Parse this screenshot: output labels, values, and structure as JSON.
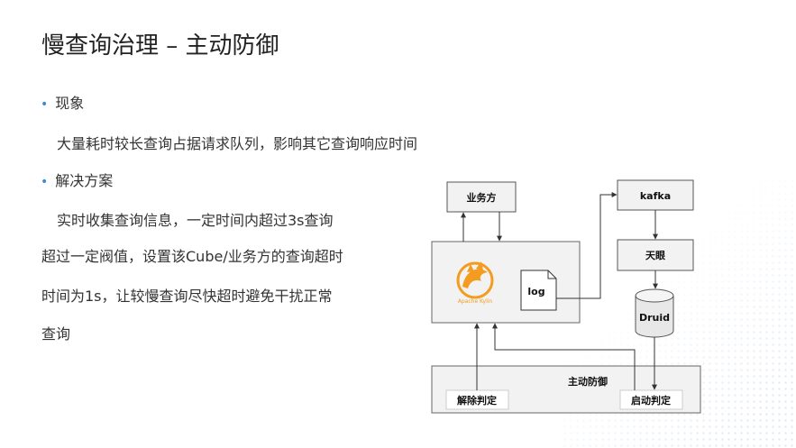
{
  "title": "慢查询治理 – 主动防御",
  "sections": [
    {
      "heading": "现象",
      "lines": [
        "大量耗时较长查询占据请求队列，影响其它查询响应时间"
      ]
    },
    {
      "heading": "解决方案",
      "lines": [
        "实时收集查询信息，一定时间内超过3s查询",
        "超过一定阀值，设置该Cube/业务方的查询超时",
        "时间为1s，让较慢查询尽快超时避免干扰正常",
        "查询"
      ]
    }
  ],
  "diagram": {
    "nodes": {
      "business": "业务方",
      "kafka": "kafka",
      "tianyan": "天眼",
      "log": "log",
      "druid": "Druid",
      "active_defense": "主动防御",
      "release": "解除判定",
      "trigger": "启动判定"
    },
    "logo": "Apache Kylin",
    "colors": {
      "box_fill": "#f2f2f2",
      "box_stroke": "#555555",
      "arrow": "#333333",
      "logo": "#f39c1f",
      "bullet": "#3a8bd0"
    }
  }
}
